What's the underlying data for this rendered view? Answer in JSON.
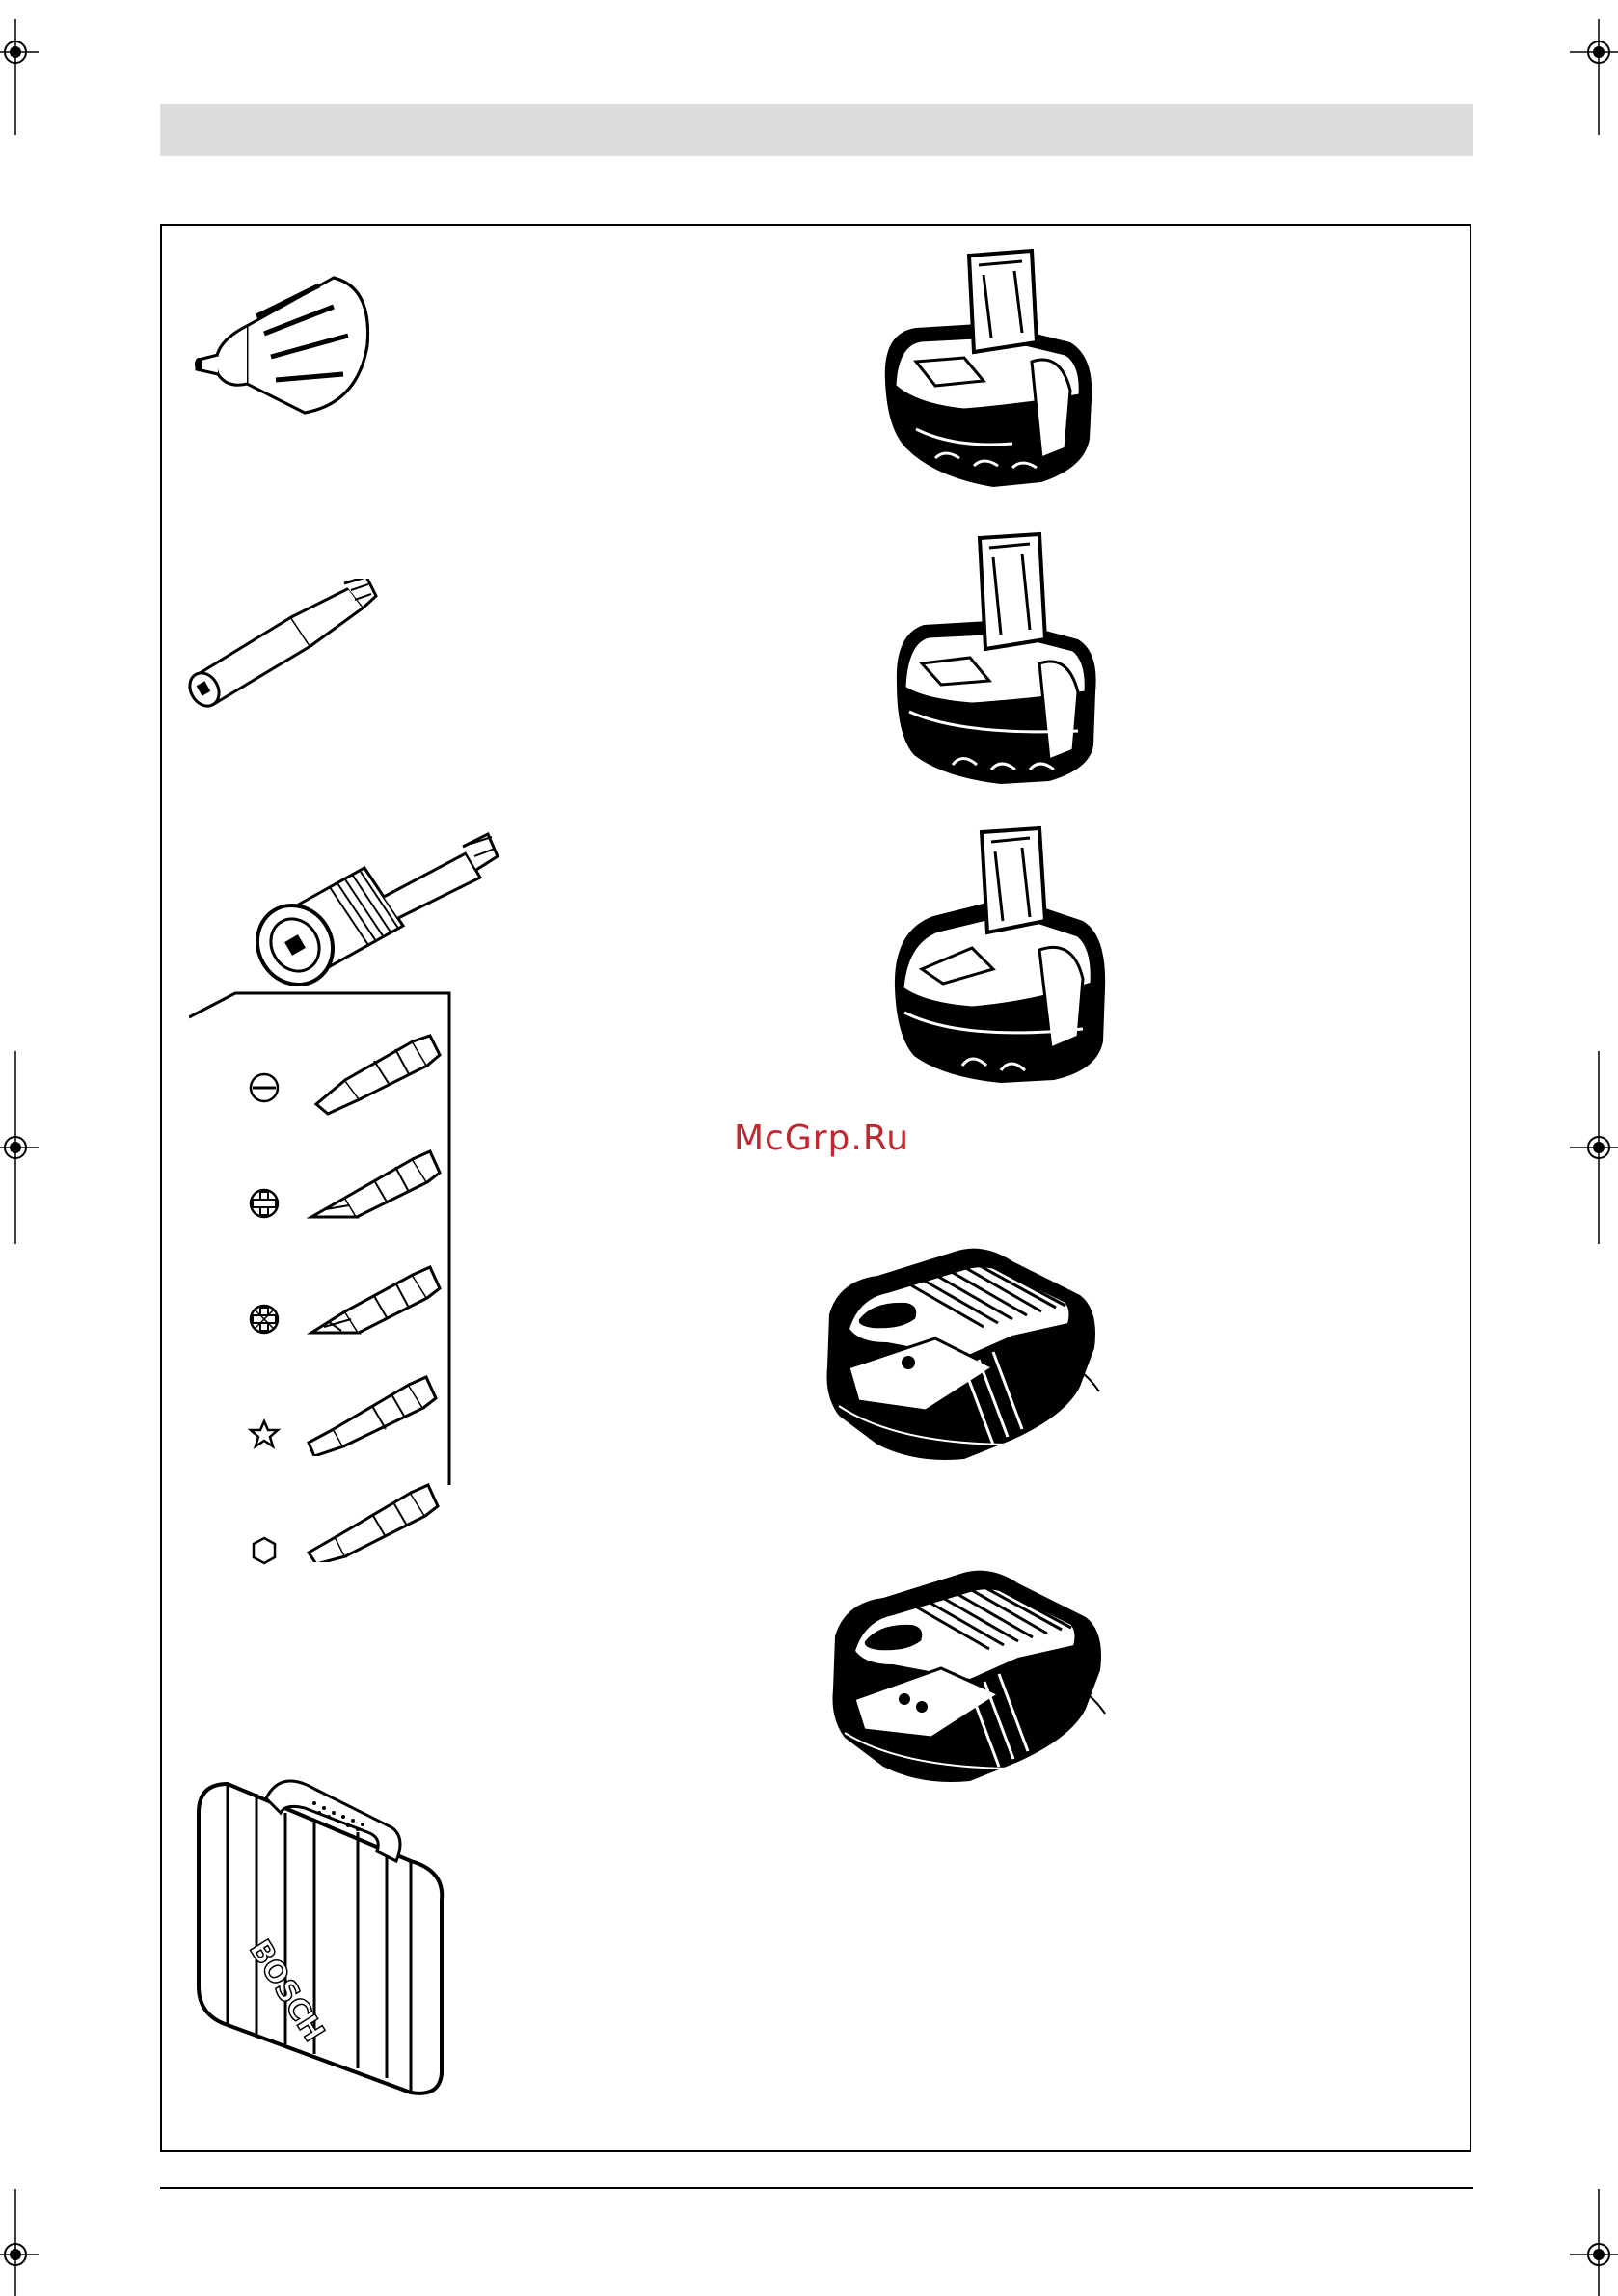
{
  "page": {
    "watermark": "McGrp.Ru",
    "case_brand_text": "BOSCH"
  },
  "accessories_left": [
    {
      "icon": "keyless-chuck-icon"
    },
    {
      "icon": "bit-holder-icon"
    },
    {
      "icon": "quick-change-bit-holder-icon"
    },
    {
      "icon": "slotted-bit-icon",
      "symbol": "slotted"
    },
    {
      "icon": "phillips-bit-icon",
      "symbol": "phillips"
    },
    {
      "icon": "pozidriv-bit-icon",
      "symbol": "pozidriv"
    },
    {
      "icon": "torx-bit-icon",
      "symbol": "torx"
    },
    {
      "icon": "hex-bit-icon",
      "symbol": "hex"
    },
    {
      "icon": "carrying-case-icon"
    }
  ],
  "accessories_right": [
    {
      "icon": "battery-pack-small-icon"
    },
    {
      "icon": "battery-pack-medium-icon"
    },
    {
      "icon": "battery-pack-large-icon"
    },
    {
      "icon": "charger-icon"
    },
    {
      "icon": "charger-two-led-icon"
    }
  ]
}
